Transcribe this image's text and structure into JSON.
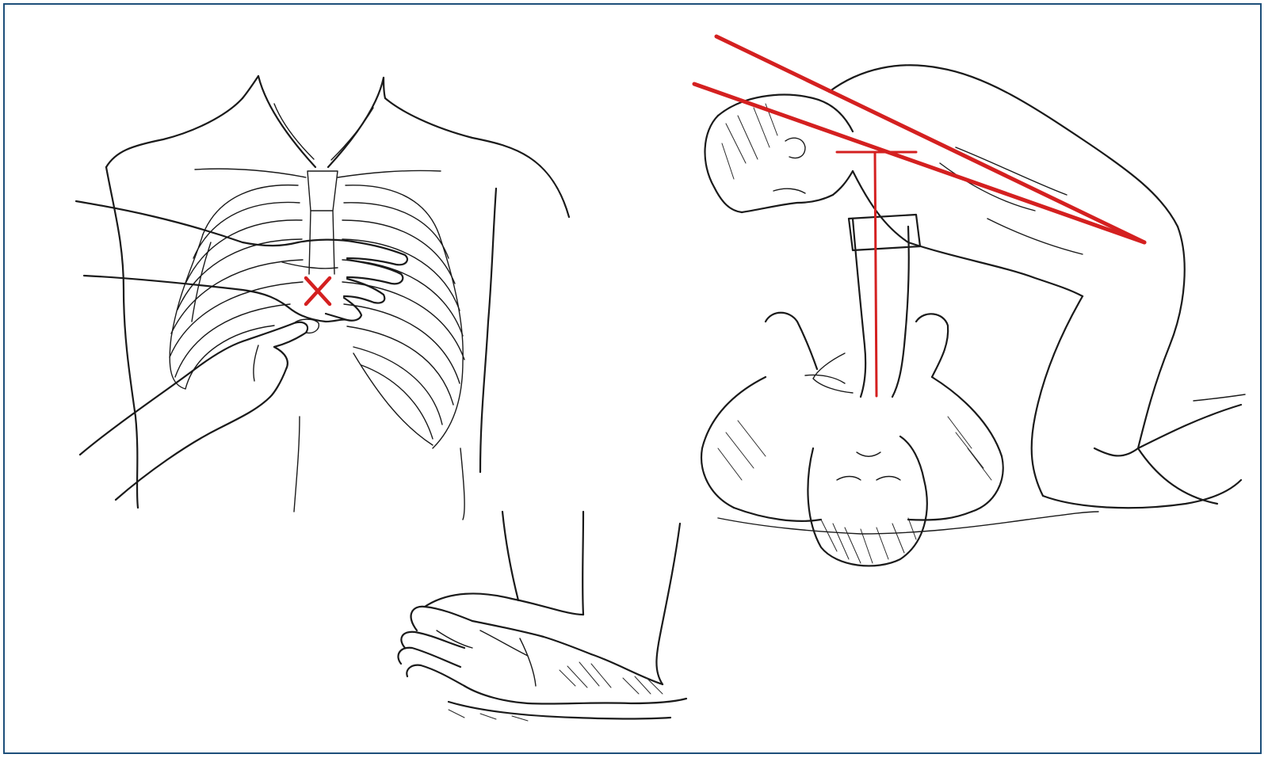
{
  "figure": {
    "panels": [
      {
        "id": "hand-placement",
        "marker": "x-mark",
        "marker_color": "#d42020"
      },
      {
        "id": "interlocked-hands"
      },
      {
        "id": "rescuer-posture",
        "guide_line_color": "#d42020"
      }
    ],
    "border_color": "#1d4f7a",
    "ink_color": "#1a1a1a"
  }
}
